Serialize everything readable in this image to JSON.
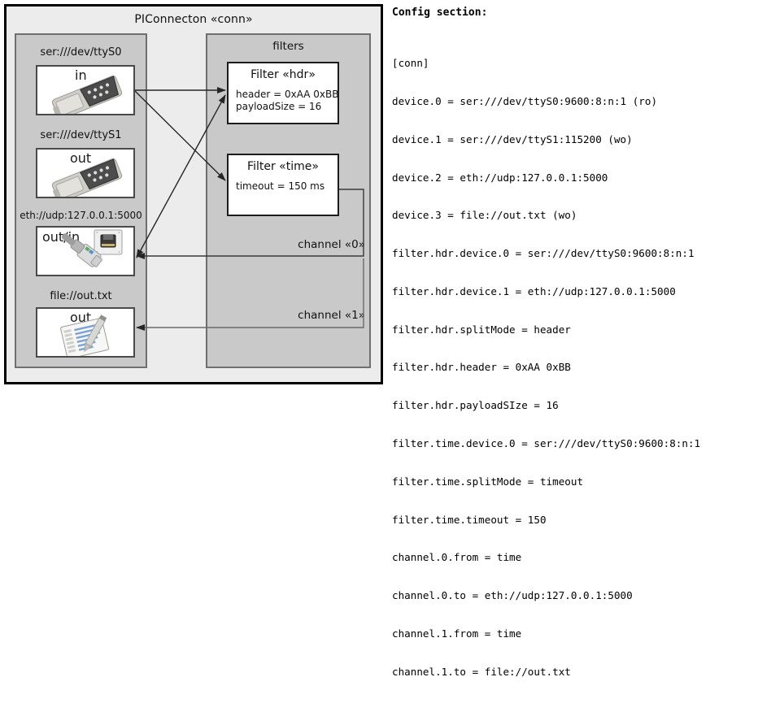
{
  "diagram": {
    "title": "PIConnecton «conn»",
    "devices_group": {
      "name": "devices-group",
      "items": [
        {
          "label": "ser:///dev/ttyS0",
          "direction": "in",
          "icon": "serial-port-icon"
        },
        {
          "label": "ser:///dev/ttyS1",
          "direction": "out",
          "icon": "serial-port-icon"
        },
        {
          "label": "eth://udp:127.0.0.1:5000",
          "direction": "out/in",
          "icon": "ethernet-socket-icon"
        },
        {
          "label": "file://out.txt",
          "direction": "out",
          "icon": "text-file-icon"
        }
      ]
    },
    "filters_group": {
      "title": "filters",
      "filters": [
        {
          "title": "Filter «hdr»",
          "props": [
            "header = 0xAA 0xBB",
            "payloadSize = 16"
          ]
        },
        {
          "title": "Filter «time»",
          "props": [
            "timeout = 150 ms"
          ]
        }
      ],
      "channels": [
        {
          "title": "channel «0»"
        },
        {
          "title": "channel «1»"
        }
      ]
    }
  },
  "config": {
    "heading": "Config section:",
    "lines": [
      "[conn]",
      "device.0 = ser:///dev/ttyS0:9600:8:n:1 (ro)",
      "device.1 = ser:///dev/ttyS1:115200 (wo)",
      "device.2 = eth://udp:127.0.0.1:5000",
      "device.3 = file://out.txt (wo)",
      "filter.hdr.device.0 = ser:///dev/ttyS0:9600:8:n:1",
      "filter.hdr.device.1 = eth://udp:127.0.0.1:5000",
      "filter.hdr.splitMode = header",
      "filter.hdr.header = 0xAA 0xBB",
      "filter.hdr.payloadSIze = 16",
      "filter.time.device.0 = ser:///dev/ttyS0:9600:8:n:1",
      "filter.time.splitMode = timeout",
      "filter.time.timeout = 150",
      "channel.0.from = time",
      "channel.0.to = eth://udp:127.0.0.1:5000",
      "channel.1.from = time",
      "channel.1.to = file://out.txt"
    ]
  },
  "colors": {
    "frame_border": "#000000",
    "frame_bg": "#ececec",
    "panel_bg": "#c9c9c9",
    "panel_border": "#6f6f6f",
    "card_bg": "#ffffff",
    "card_border": "#4a4a4a",
    "edge_stroke": "#262626"
  }
}
